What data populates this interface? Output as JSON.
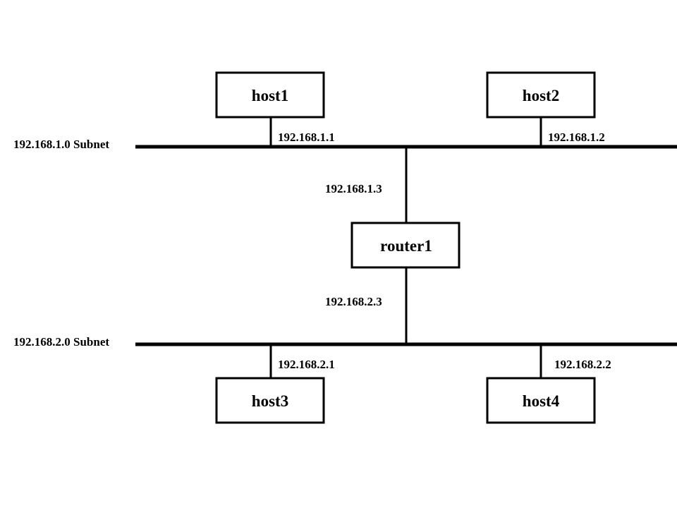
{
  "colors": {
    "line": "#000000",
    "background": "#ffffff"
  },
  "nodes": {
    "host1": "host1",
    "host2": "host2",
    "router1": "router1",
    "host3": "host3",
    "host4": "host4"
  },
  "subnets": {
    "net1": "192.168.1.0 Subnet",
    "net2": "192.168.2.0 Subnet"
  },
  "addresses": {
    "host1": "192.168.1.1",
    "host2": "192.168.1.2",
    "router1_net1": "192.168.1.3",
    "router1_net2": "192.168.2.3",
    "host3": "192.168.2.1",
    "host4": "192.168.2.2"
  }
}
